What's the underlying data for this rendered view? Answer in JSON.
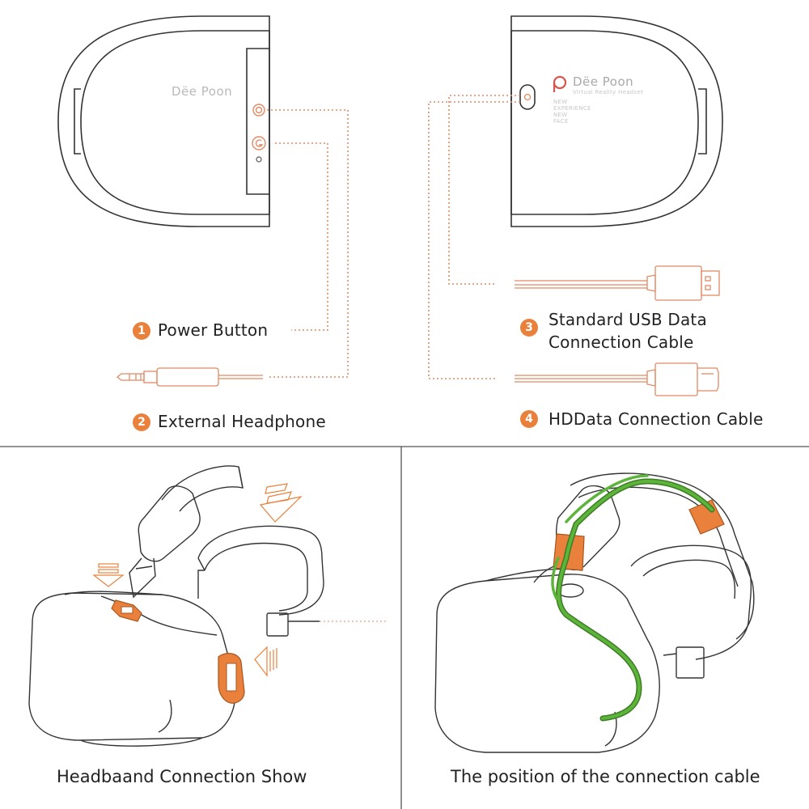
{
  "top_panel": {
    "left_device": {
      "brand_text": "Dëe Poon"
    },
    "right_device": {
      "brand_text": "Dëe Poon",
      "brand_sub": "Virtual Reality Headset",
      "brand_fine": [
        "NEW",
        "EXPERIENCE",
        "NEW",
        "FACE"
      ]
    },
    "labels": [
      {
        "num": "1",
        "text": "Power Button"
      },
      {
        "num": "2",
        "text": "External Headphone"
      },
      {
        "num": "3",
        "text_line1": "Standard USB Data",
        "text_line2": "Connection Cable"
      },
      {
        "num": "4",
        "text": "HDData Connection Cable"
      }
    ]
  },
  "bottom_left": {
    "caption": "Headbaand Connection Show"
  },
  "bottom_right": {
    "caption": "The position of the connection cable"
  },
  "colors": {
    "accent_orange": "#e9813c",
    "dotted_line": "#e08a64",
    "cable_green": "#58a83a",
    "outline": "#333333",
    "divider": "#555555"
  }
}
